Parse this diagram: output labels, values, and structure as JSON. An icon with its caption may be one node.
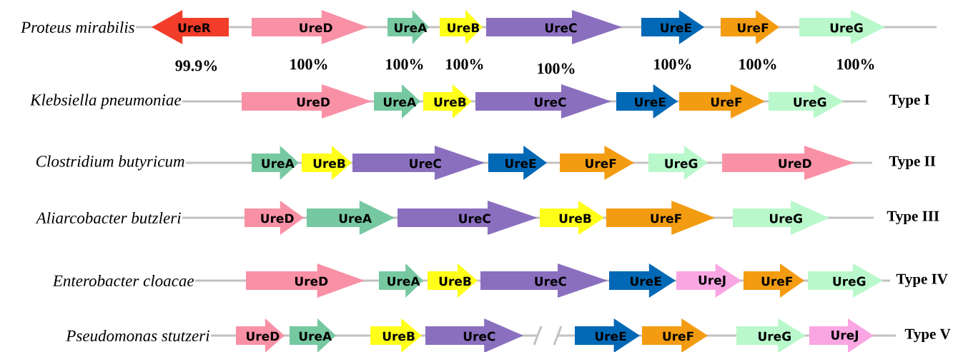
{
  "diagram": {
    "nodes": [
      {
        "text": [
          "UreR"
        ]
      },
      {
        "text": [
          "UreD"
        ]
      },
      {
        "text": [
          "UreA"
        ]
      },
      {
        "text": [
          "UreB"
        ]
      },
      {
        "text": [
          "UreC"
        ]
      },
      {
        "text": [
          "UreE"
        ]
      },
      {
        "text": [
          "UreF"
        ]
      },
      {
        "text": [
          "UreG"
        ]
      },
      {
        "text": [
          "UreD"
        ]
      },
      {
        "text": [
          "UreA"
        ]
      },
      {
        "text": [
          "UreB"
        ]
      },
      {
        "text": [
          "UreC"
        ]
      },
      {
        "text": [
          "UreE"
        ]
      },
      {
        "text": [
          "UreF"
        ]
      },
      {
        "text": [
          "UreG"
        ]
      },
      {
        "text": [
          "UreA"
        ]
      },
      {
        "text": [
          "UreB"
        ]
      },
      {
        "text": [
          "UreC"
        ]
      },
      {
        "text": [
          "UreE"
        ]
      },
      {
        "text": [
          "UreF"
        ]
      },
      {
        "text": [
          "UreG"
        ]
      },
      {
        "text": [
          "UreD"
        ]
      },
      {
        "text": [
          "UreD"
        ]
      },
      {
        "text": [
          "UreA"
        ]
      },
      {
        "text": [
          "UreC"
        ]
      },
      {
        "text": [
          "UreB"
        ]
      },
      {
        "text": [
          "UreF"
        ]
      },
      {
        "text": [
          "UreG"
        ]
      },
      {
        "text": [
          "UreD"
        ]
      },
      {
        "text": [
          "UreA"
        ]
      },
      {
        "text": [
          "UreB"
        ]
      },
      {
        "text": [
          "UreC"
        ]
      },
      {
        "text": [
          "UreE"
        ]
      },
      {
        "text": [
          "UreJ"
        ]
      },
      {
        "text": [
          "UreF"
        ]
      },
      {
        "text": [
          "UreG"
        ]
      },
      {
        "text": [
          "UreD"
        ]
      },
      {
        "text": [
          "UreA"
        ]
      },
      {
        "text": [
          "UreB"
        ]
      },
      {
        "text": [
          "UreC"
        ]
      },
      {
        "text": [
          "UreE"
        ]
      },
      {
        "text": [
          "UreF"
        ]
      },
      {
        "text": [
          "UreG"
        ]
      },
      {
        "text": [
          "UreJ"
        ]
      }
    ],
    "labels": [
      "Proteus mirabilis",
      "99.9%",
      "100%",
      "100%",
      "100%",
      "100%",
      "100%",
      "100%",
      "100%",
      "Klebsiella pneumoniae",
      "Type I",
      "Clostridium butyricum",
      "Type II",
      "Aliarcobacter butzleri",
      "Type III",
      "Enterobacter cloacae",
      "Type IV",
      "Pseudomonas stutzeri",
      "Type V"
    ]
  }
}
